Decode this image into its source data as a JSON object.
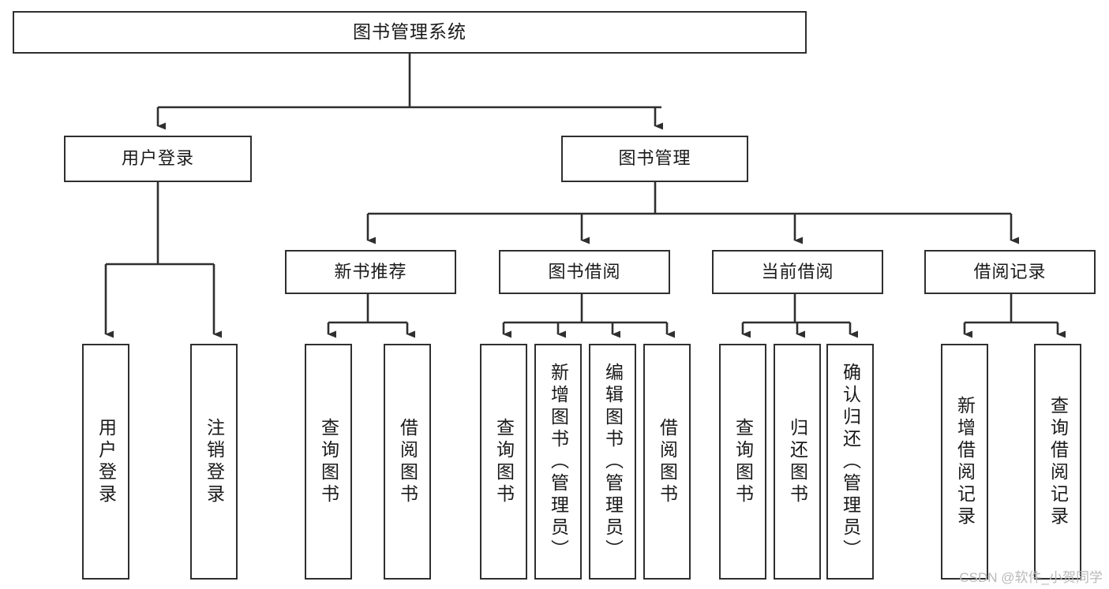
{
  "diagram": {
    "title": "图书管理系统",
    "watermark": "CSDN @软件_小贺同学",
    "colors": {
      "background": "#ffffff",
      "node_border": "#2f2f2f",
      "node_fill": "#ffffff",
      "edge": "#2f2f2f",
      "text": "#1a1a1a",
      "watermark": "#b9b9b9"
    },
    "nodes": {
      "root": {
        "label": "图书管理系统",
        "level": 1
      },
      "user_login": {
        "label": "用户登录",
        "level": 2
      },
      "book_manage": {
        "label": "图书管理",
        "level": 2
      },
      "new_book_rec": {
        "label": "新书推荐",
        "level": 3
      },
      "book_borrow": {
        "label": "图书借阅",
        "level": 3
      },
      "current_borrow": {
        "label": "当前借阅",
        "level": 3
      },
      "borrow_record": {
        "label": "借阅记录",
        "level": 3
      },
      "leaf_user_login": {
        "label": "用户登录",
        "level": 4
      },
      "leaf_logout": {
        "label": "注销登录",
        "level": 4
      },
      "leaf_query_book_a": {
        "label": "查询图书",
        "level": 4
      },
      "leaf_borrow_book_a": {
        "label": "借阅图书",
        "level": 4
      },
      "leaf_query_book_b": {
        "label": "查询图书",
        "level": 4
      },
      "leaf_add_book": {
        "label": "新增图书（管理员）",
        "level": 4
      },
      "leaf_edit_book": {
        "label": "编辑图书（管理员）",
        "level": 4
      },
      "leaf_borrow_book_b": {
        "label": "借阅图书",
        "level": 4
      },
      "leaf_query_book_c": {
        "label": "查询图书",
        "level": 4
      },
      "leaf_return_book": {
        "label": "归还图书",
        "level": 4
      },
      "leaf_confirm_return": {
        "label": "确认归还（管理员）",
        "level": 4
      },
      "leaf_add_record": {
        "label": "新增借阅记录",
        "level": 4
      },
      "leaf_query_record": {
        "label": "查询借阅记录",
        "level": 4
      }
    },
    "tree": {
      "图书管理系统": {
        "用户登录": [
          "用户登录",
          "注销登录"
        ],
        "图书管理": {
          "新书推荐": [
            "查询图书",
            "借阅图书"
          ],
          "图书借阅": [
            "查询图书",
            "新增图书（管理员）",
            "编辑图书（管理员）",
            "借阅图书"
          ],
          "当前借阅": [
            "查询图书",
            "归还图书",
            "确认归还（管理员）"
          ],
          "借阅记录": [
            "新增借阅记录",
            "查询借阅记录"
          ]
        }
      }
    }
  }
}
